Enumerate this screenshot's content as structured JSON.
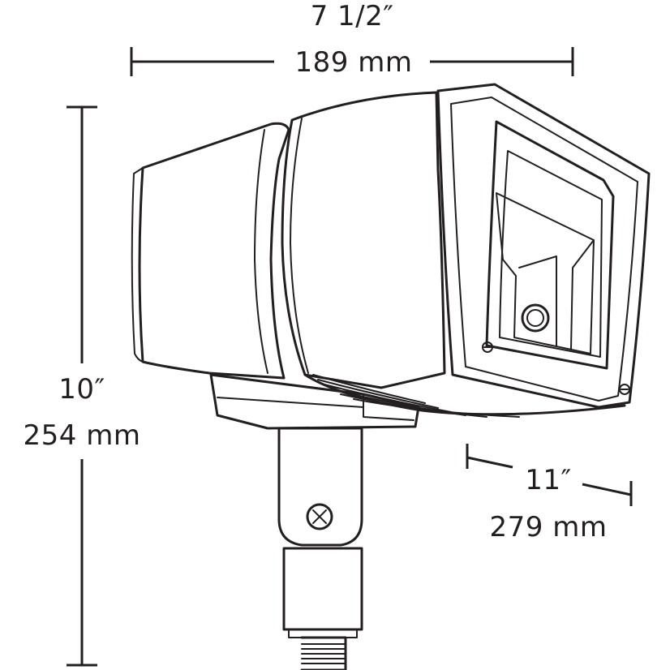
{
  "dimensions": {
    "width": {
      "imperial": "7 1/2″",
      "metric": "189 mm"
    },
    "height": {
      "imperial": "10″",
      "metric": "254 mm"
    },
    "depth": {
      "imperial": "11″",
      "metric": "279 mm"
    }
  },
  "colors": {
    "line": "#231f20",
    "background": "#ffffff"
  }
}
